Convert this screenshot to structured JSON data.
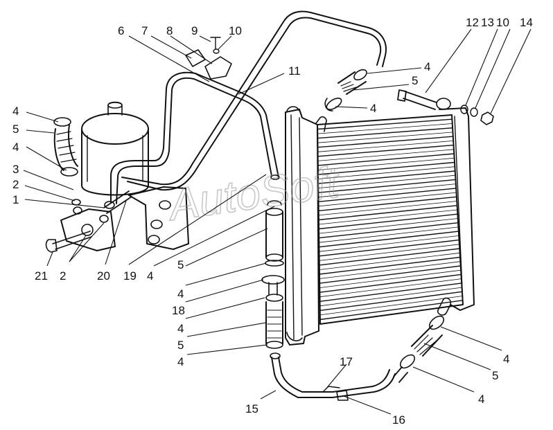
{
  "watermark": "AutoSoft",
  "callouts": {
    "c1": "1",
    "c2a": "2",
    "c2b": "2",
    "c3": "3",
    "c4a": "4",
    "c4b": "4",
    "c5a": "5",
    "c6": "6",
    "c7": "7",
    "c8": "8",
    "c9": "9",
    "c10a": "10",
    "c11": "11",
    "c12": "12",
    "c13": "13",
    "c10b": "10",
    "c14": "14",
    "c4c": "4",
    "c5b": "5",
    "c4d": "4",
    "c21": "21",
    "c20": "20",
    "c19": "19",
    "c4e": "4",
    "c5c": "5",
    "c4f": "4",
    "c18": "18",
    "c4g": "4",
    "c5d": "5",
    "c4h": "4",
    "c4i": "4",
    "c5e": "5",
    "c4j": "4",
    "c17": "17",
    "c15": "15",
    "c16": "16"
  }
}
